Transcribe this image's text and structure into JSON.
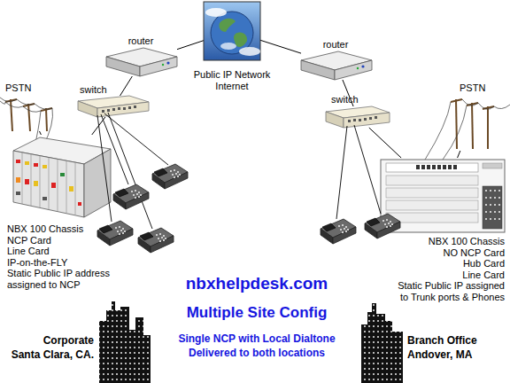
{
  "diagram": {
    "nodes": [
      {
        "text": [
          "Public IP Network Internet"
        ]
      },
      {
        "text": [
          "router"
        ]
      },
      {
        "text": [
          "router"
        ]
      },
      {
        "text": [
          "PSTN"
        ]
      },
      {
        "text": [
          "switch"
        ]
      },
      {
        "text": [
          "switch"
        ]
      },
      {
        "text": [
          "PSTN"
        ]
      },
      {
        "text": [
          "NBX 100 Chassis",
          "NCP Card",
          "Line Card",
          "IP-on-the-FLY",
          "Static Public IP address assigned to NCP"
        ]
      },
      {
        "text": [
          "NBX 100 Chassis",
          "NO NCP Card",
          "Hub Card",
          "Line Card",
          "Static Public IP assigned to Trunk ports & Phones"
        ]
      }
    ],
    "edges": [
      {
        "from": 1,
        "to": 0,
        "arrow": "none"
      },
      {
        "from": 2,
        "to": 0,
        "arrow": "none"
      },
      {
        "from": 1,
        "to": 4,
        "arrow": "none"
      },
      {
        "from": 2,
        "to": 5,
        "arrow": "none"
      },
      {
        "from": 3,
        "to": 7,
        "arrow": "none"
      },
      {
        "from": 4,
        "to": 7,
        "arrow": "none"
      },
      {
        "from": 5,
        "to": 8,
        "arrow": "none"
      },
      {
        "from": 6,
        "to": 8,
        "arrow": "none"
      }
    ],
    "labels": [
      "nbxhelpdesk.com",
      "Multiple Site Config",
      "Single NCP with Local Dialtone Delivered to both locations",
      "Corporate",
      "Santa Clara, CA.",
      "Branch Office",
      "Andover, MA"
    ]
  }
}
